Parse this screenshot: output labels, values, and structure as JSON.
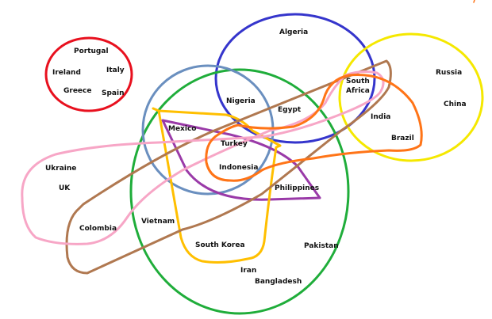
{
  "groups": [
    {
      "name": "red",
      "color": "#e8101e"
    },
    {
      "name": "blue",
      "color": "#3535cc"
    },
    {
      "name": "steelblue",
      "color": "#6a8fbf"
    },
    {
      "name": "green",
      "color": "#1fad3a"
    },
    {
      "name": "yellow",
      "color": "#f5e800"
    },
    {
      "name": "purple",
      "color": "#9a3aa8"
    },
    {
      "name": "gold",
      "color": "#ffbf00"
    },
    {
      "name": "brown",
      "color": "#b07850"
    },
    {
      "name": "pink",
      "color": "#f7a6c6"
    },
    {
      "name": "orange",
      "color": "#ff7417"
    }
  ],
  "countries": {
    "portugal": "Portugal",
    "ireland": "Ireland",
    "italy": "Italy",
    "greece": "Greece",
    "spain": "Spain",
    "algeria": "Algeria",
    "nigeria": "Nigeria",
    "egypt": "Egypt",
    "south": "South",
    "africa": "Africa",
    "russia": "Russia",
    "china": "China",
    "india": "India",
    "brazil": "Brazil",
    "mexico": "Mexico",
    "turkey": "Turkey",
    "indonesia": "Indonesia",
    "philippines": "Philippines",
    "ukraine": "Ukraine",
    "uk": "UK",
    "colombia": "Colombia",
    "vietnam": "Vietnam",
    "south_korea": "South Korea",
    "pakistan": "Pakistan",
    "iran": "Iran",
    "bangladesh": "Bangladesh"
  }
}
